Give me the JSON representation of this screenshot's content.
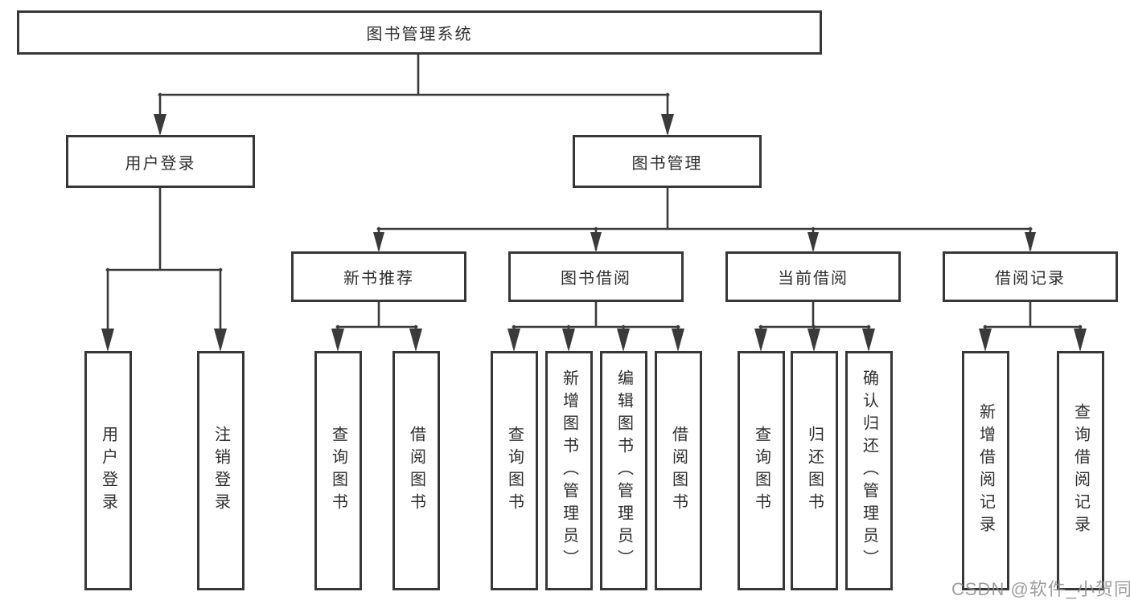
{
  "diagram": {
    "root": {
      "label": "图书管理系统"
    },
    "level2": [
      {
        "label": "用户登录"
      },
      {
        "label": "图书管理"
      }
    ],
    "level3": [
      {
        "label": "新书推荐"
      },
      {
        "label": "图书借阅"
      },
      {
        "label": "当前借阅"
      },
      {
        "label": "借阅记录"
      }
    ],
    "leaves": [
      {
        "label": "用户登录"
      },
      {
        "label": "注销登录"
      },
      {
        "label": "查询图书"
      },
      {
        "label": "借阅图书"
      },
      {
        "label": "查询图书"
      },
      {
        "label": "新增图书（管理员）"
      },
      {
        "label": "编辑图书（管理员）"
      },
      {
        "label": "借阅图书"
      },
      {
        "label": "查询图书"
      },
      {
        "label": "归还图书"
      },
      {
        "label": "确认归还（管理员）"
      },
      {
        "label": "新增借阅记录"
      },
      {
        "label": "查询借阅记录"
      }
    ],
    "colors": {
      "line": "#3a3a3a",
      "text": "#2e2e2e",
      "watermark": "#8d8d8d",
      "background": "#ffffff"
    },
    "watermark": "CSDN @软件_小贺同学"
  }
}
